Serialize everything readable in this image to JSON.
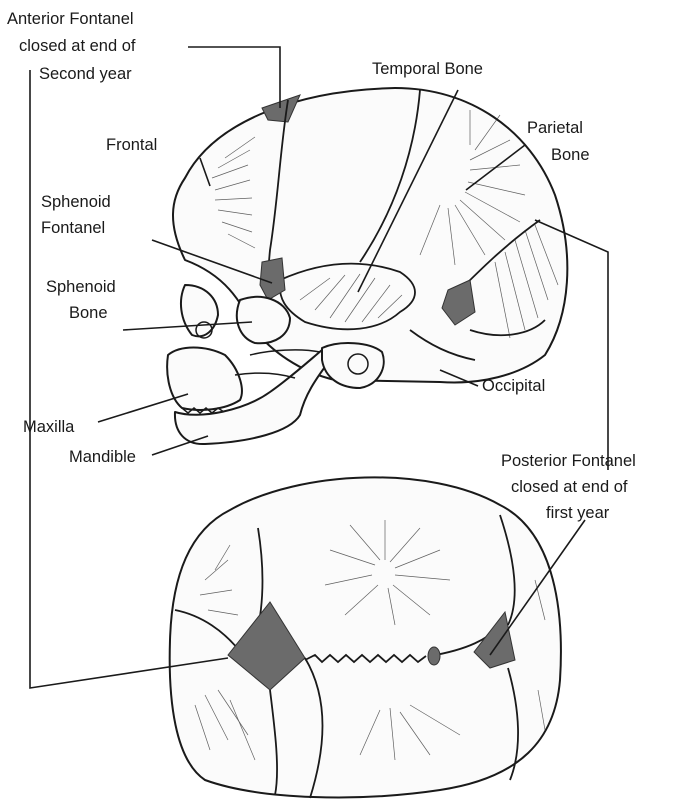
{
  "labels": {
    "anterior_fontanel": [
      "Anterior Fontanel",
      "closed at end of",
      "Second year"
    ],
    "temporal_bone": "Temporal Bone",
    "frontal": "Frontal",
    "parietal_bone": [
      "Parietal",
      "Bone"
    ],
    "sphenoid_fontanel": [
      "Sphenoid",
      "Fontanel"
    ],
    "sphenoid_bone": [
      "Sphenoid",
      "Bone"
    ],
    "occipital": "Occipital",
    "maxilla": "Maxilla",
    "mandible": "Mandible",
    "posterior_fontanel": [
      "Posterior Fontanel",
      "closed at end of",
      "first year"
    ]
  },
  "colors": {
    "ink": "#1a1a1a",
    "fontanel_fill": "#6b6b6b",
    "bone_fill": "#fbfbfb"
  }
}
